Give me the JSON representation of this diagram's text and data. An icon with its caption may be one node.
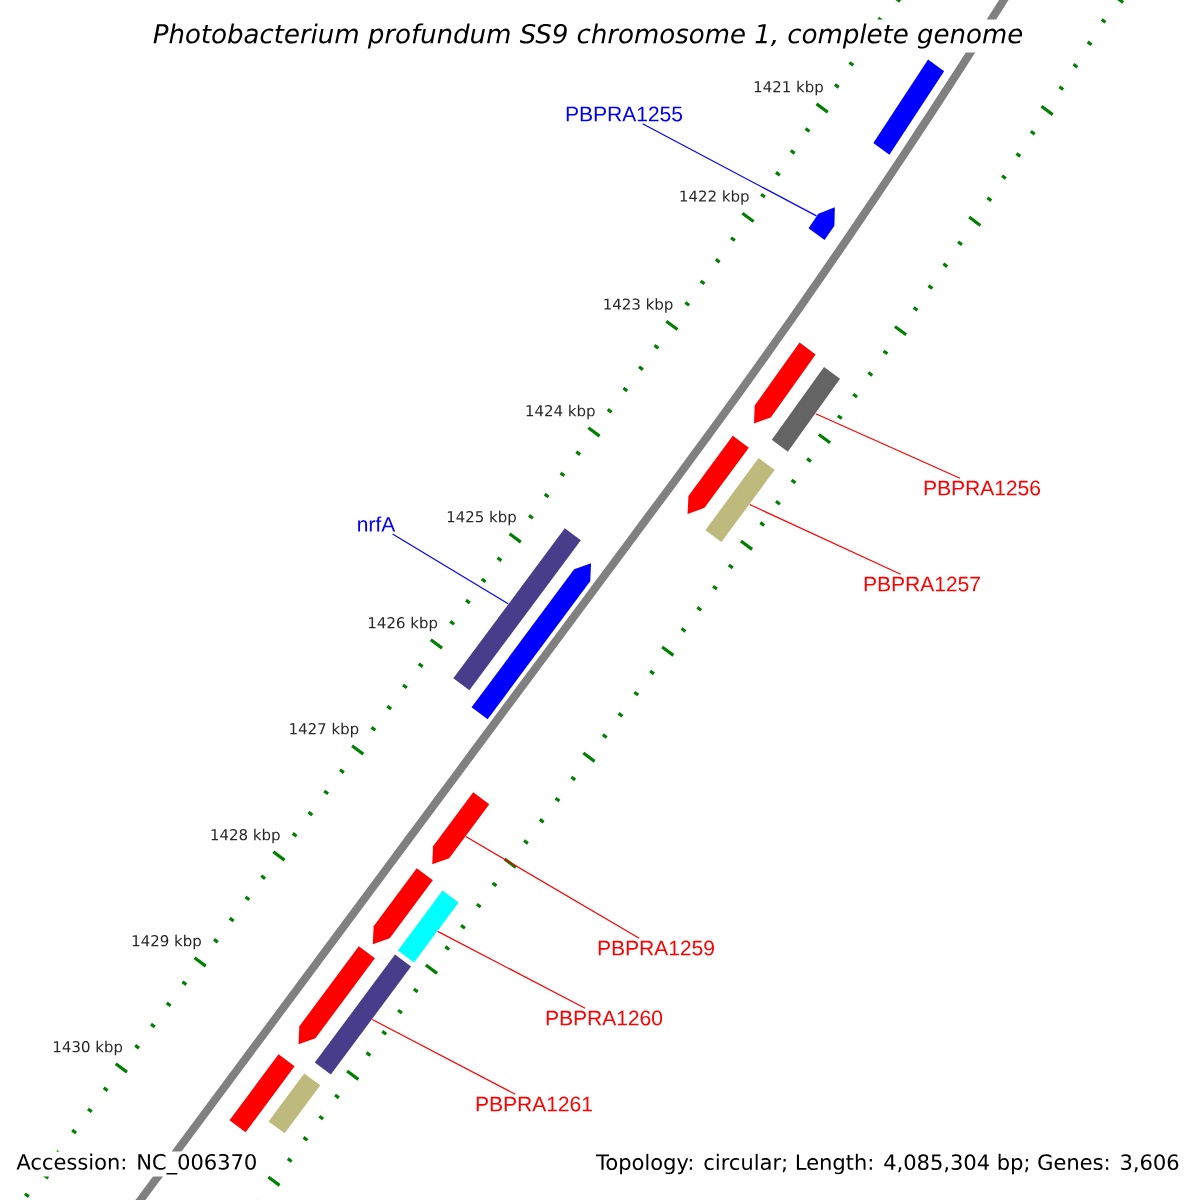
{
  "diagram": {
    "title": "Photobacterium profundum SS9 chromosome 1, complete genome",
    "nodes": [
      {
        "text": [],
        "shape": "box"
      },
      {
        "text": [
          "PBPRA1255"
        ]
      },
      {
        "text": [],
        "shape": "arrow"
      },
      {
        "text": [],
        "shape": "arrow"
      },
      {
        "text": [],
        "shape": "box"
      },
      {
        "text": [
          "PBPRA1256"
        ]
      },
      {
        "text": [],
        "shape": "arrow"
      },
      {
        "text": [],
        "shape": "box"
      },
      {
        "text": [
          "PBPRA1257"
        ]
      },
      {
        "text": [
          "nrfA"
        ]
      },
      {
        "text": [],
        "shape": "box"
      },
      {
        "text": [],
        "shape": "arrow"
      },
      {
        "text": [],
        "shape": "arrow"
      },
      {
        "text": [
          "PBPRA1259"
        ]
      },
      {
        "text": [],
        "shape": "arrow"
      },
      {
        "text": [],
        "shape": "box"
      },
      {
        "text": [
          "PBPRA1260"
        ]
      },
      {
        "text": [],
        "shape": "arrow"
      },
      {
        "text": [],
        "shape": "box"
      },
      {
        "text": [
          "PBPRA1261"
        ]
      },
      {
        "text": [],
        "shape": "box"
      },
      {
        "text": [],
        "shape": "box"
      }
    ],
    "edges": [
      {
        "from": 1,
        "to": 2,
        "arrow": "none",
        "color": "#0000ff"
      },
      {
        "from": 5,
        "to": 4,
        "arrow": "none"
      },
      {
        "from": 8,
        "to": 7,
        "arrow": "none"
      },
      {
        "from": 9,
        "to": 10,
        "arrow": "none",
        "color": "#0000ff"
      },
      {
        "from": 13,
        "to": 12,
        "arrow": "none"
      },
      {
        "from": 16,
        "to": 15,
        "arrow": "none"
      },
      {
        "from": 19,
        "to": 18,
        "arrow": "none"
      }
    ],
    "labels": [
      "1421 kbp",
      "1422 kbp",
      "1423 kbp",
      "1424 kbp",
      "1425 kbp",
      "1426 kbp",
      "1427 kbp",
      "1428 kbp",
      "1429 kbp",
      "1430 kbp",
      "Accession: NC_006370",
      "Topology: circular; Length: 4,085,304 bp; Genes: 3,606"
    ]
  }
}
